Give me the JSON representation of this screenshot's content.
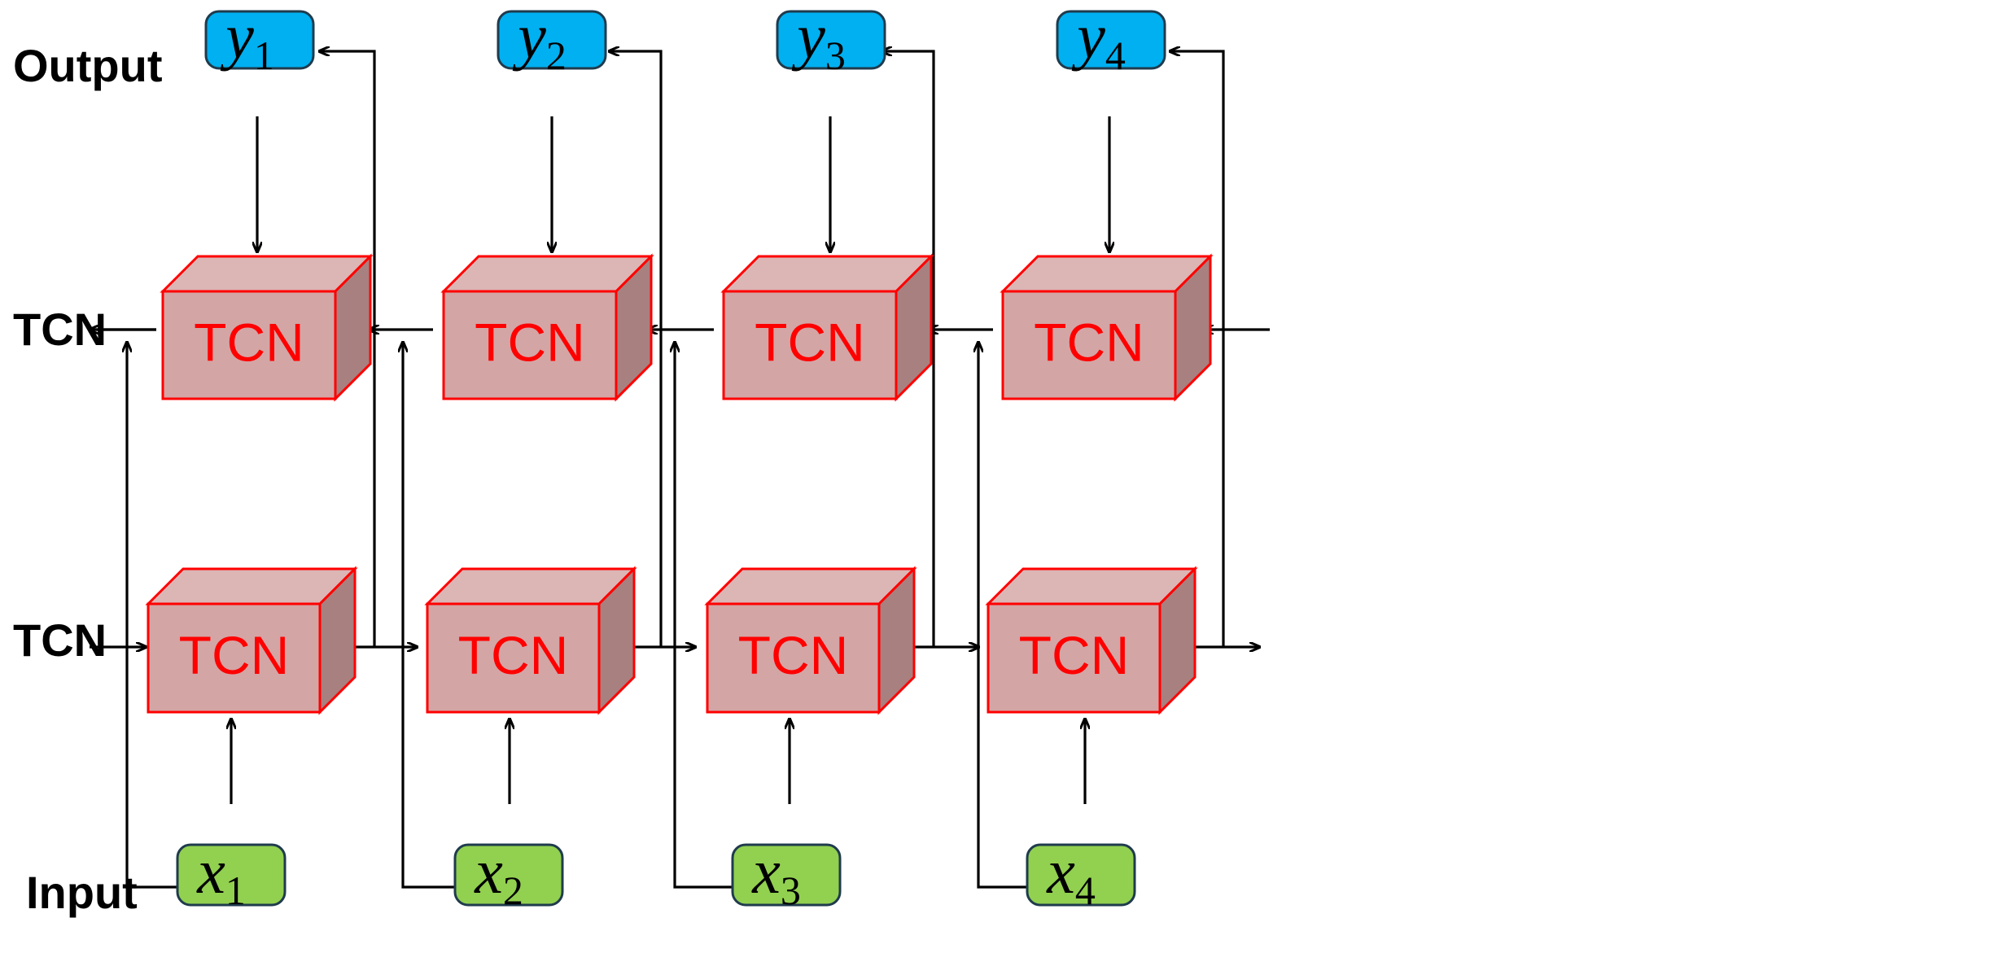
{
  "labels": {
    "output": "Output",
    "tcn_backward": "TCN",
    "tcn_forward": "TCN",
    "input": "Input"
  },
  "block_label": "TCN",
  "outputs": [
    {
      "var": "y",
      "sub": "1"
    },
    {
      "var": "y",
      "sub": "2"
    },
    {
      "var": "y",
      "sub": "3"
    },
    {
      "var": "y",
      "sub": "4"
    }
  ],
  "inputs": [
    {
      "var": "x",
      "sub": "1"
    },
    {
      "var": "x",
      "sub": "2"
    },
    {
      "var": "x",
      "sub": "3"
    },
    {
      "var": "x",
      "sub": "4"
    }
  ],
  "colors": {
    "output_box": "#00b0f0",
    "input_box": "#92d050",
    "box_border": "#1f3b4d",
    "tcn_front": "#d4a5a5",
    "tcn_top": "#dcb5b5",
    "tcn_side": "#a8807f",
    "tcn_border": "#ff0000",
    "tcn_text": "#ff0000",
    "line": "#000000"
  }
}
